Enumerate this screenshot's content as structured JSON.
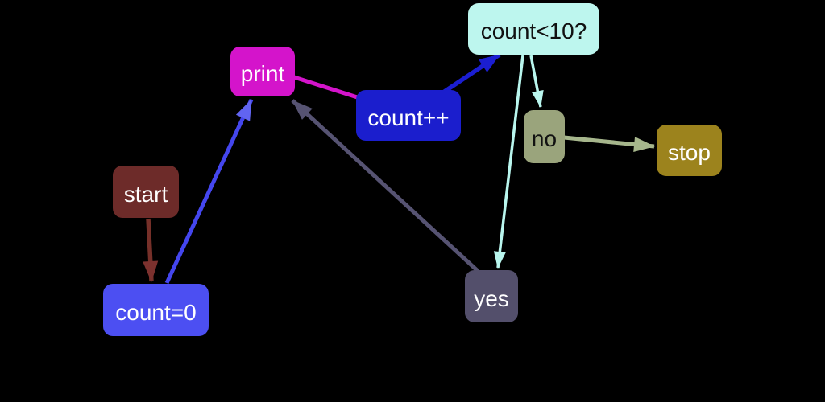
{
  "diagram": {
    "type": "flowchart",
    "background": "#000000",
    "nodes": [
      {
        "id": "start",
        "label": "start",
        "bg": "#6d2b29",
        "text_color": "#ffffff"
      },
      {
        "id": "count0",
        "label": "count=0",
        "bg": "#4c4ff2",
        "text_color": "#ffffff"
      },
      {
        "id": "print",
        "label": "print",
        "bg": "#d414cb",
        "text_color": "#ffffff"
      },
      {
        "id": "countpp",
        "label": "count++",
        "bg": "#1b1ecd",
        "text_color": "#ffffff"
      },
      {
        "id": "cond",
        "label": "count<10?",
        "bg": "#bdf6ee",
        "text_color": "#111111"
      },
      {
        "id": "no",
        "label": "no",
        "bg": "#9aa47c",
        "text_color": "#111111"
      },
      {
        "id": "stop",
        "label": "stop",
        "bg": "#9c831d",
        "text_color": "#ffffff"
      },
      {
        "id": "yes",
        "label": "yes",
        "bg": "#534f6b",
        "text_color": "#ffffff"
      }
    ],
    "edges": [
      {
        "from": "start",
        "to": "count0",
        "color": "#763029",
        "head_color": "#7c312e"
      },
      {
        "from": "count0",
        "to": "print",
        "color": "#4446ee",
        "head_color": "#6164f1"
      },
      {
        "from": "print",
        "to": "countpp",
        "color": "#d414cb",
        "head_color": "#d414cb"
      },
      {
        "from": "countpp",
        "to": "cond",
        "color": "#1b1ed1",
        "head_color": "#1b1ed1"
      },
      {
        "from": "cond",
        "to": "yes",
        "color": "#b9f6ee",
        "head_color": "#b9f6ee"
      },
      {
        "from": "cond",
        "to": "no",
        "color": "#b9f6ee",
        "head_color": "#b9f6ee"
      },
      {
        "from": "no",
        "to": "stop",
        "color": "#a6b68c",
        "head_color": "#a6b68c"
      },
      {
        "from": "yes",
        "to": "print",
        "color": "#565372",
        "head_color": "#565372"
      }
    ]
  }
}
